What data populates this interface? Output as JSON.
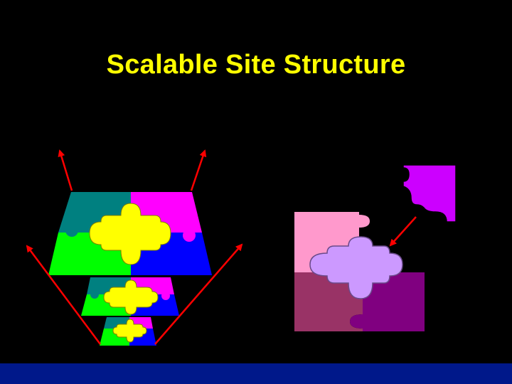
{
  "slide": {
    "title": "Scalable Site Structure"
  },
  "colors": {
    "background": "#000000",
    "title": "#ffff00",
    "footer": "#00188a",
    "arrow": "#ff0000",
    "teal": "#008080",
    "magenta": "#ff00ff",
    "green": "#00ff00",
    "blue": "#0000ff",
    "yellow": "#ffff00",
    "pink": "#ff99cc",
    "lavender": "#cc99ff",
    "violet": "#cc00ff",
    "plum": "#993366",
    "purple": "#800080"
  },
  "diagram": {
    "left_group": "scaled puzzle layers (large, medium, small)",
    "right_group": "exploded puzzle with one piece separating"
  }
}
